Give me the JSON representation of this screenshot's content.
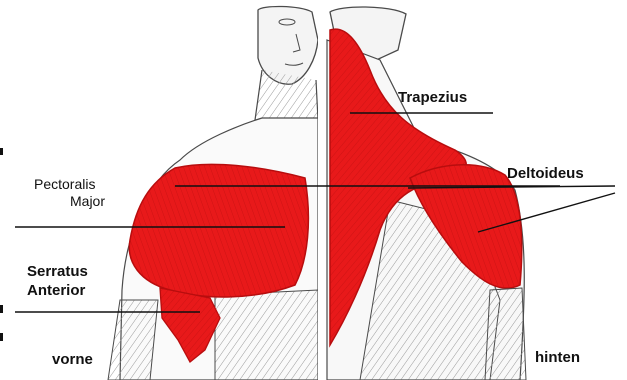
{
  "labels": {
    "trapezius": "Trapezius",
    "deltoideus": "Deltoideus",
    "pectoralis_line1": "Pectoralis",
    "pectoralis_line2": "Major",
    "serratus_line1": "Serratus",
    "serratus_line2": "Anterior",
    "front_view": "vorne",
    "back_view": "hinten"
  },
  "colors": {
    "muscle": "#e8191a",
    "muscle_dark": "#b80d0e",
    "skin_line": "#4a4a4a",
    "background": "#ffffff"
  }
}
